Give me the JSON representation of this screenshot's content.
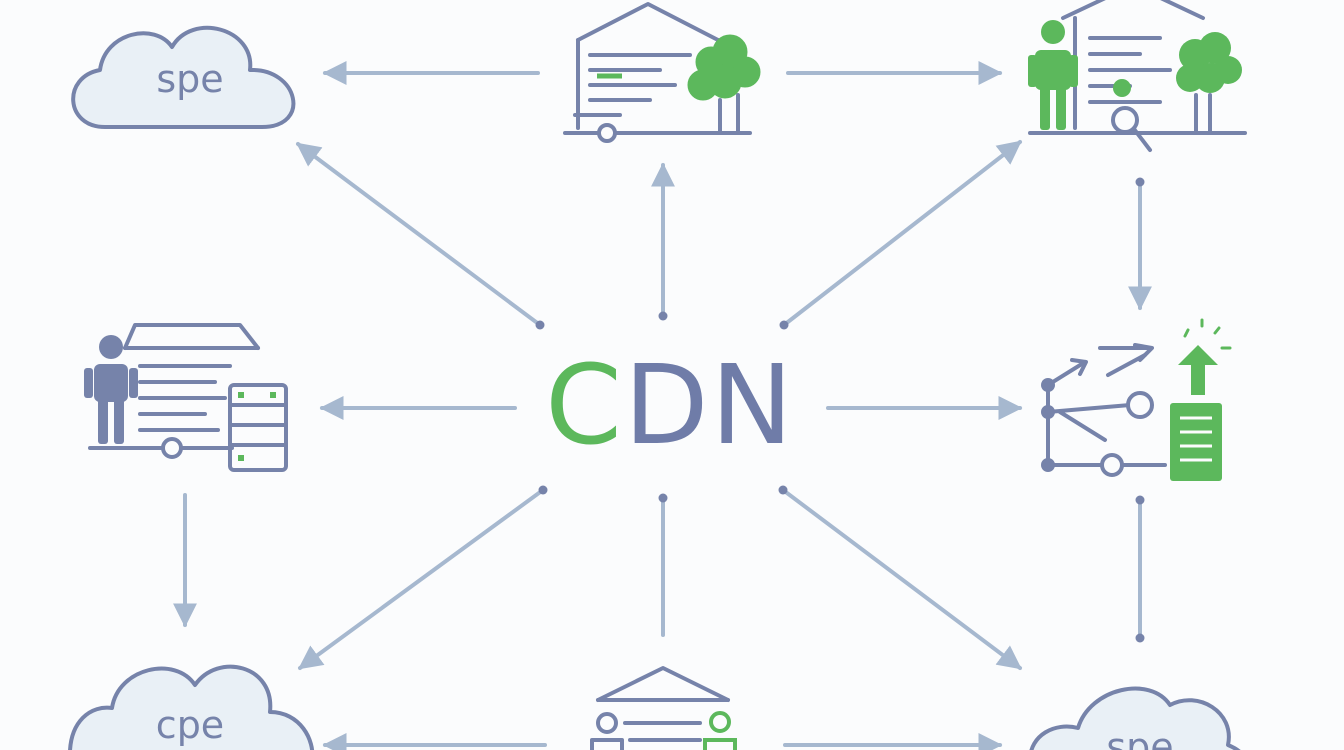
{
  "center_label": {
    "first_letter": "C",
    "rest": "DN"
  },
  "clouds": {
    "top_left": "spe",
    "bottom_left": "cpe",
    "bottom_right": "spe"
  },
  "colors": {
    "slate": "#7683aa",
    "arrow": "#a6b8cf",
    "green": "#5cb85c",
    "cloud_fill": "#e9f0f6",
    "background": "#fbfcfd"
  },
  "icons": {
    "top_center": "building-with-tree-icon",
    "top_right": "person-building-tree-icon",
    "middle_left": "person-building-server-icon",
    "middle_right": "network-routing-icon",
    "bottom_center": "building-people-icon"
  }
}
